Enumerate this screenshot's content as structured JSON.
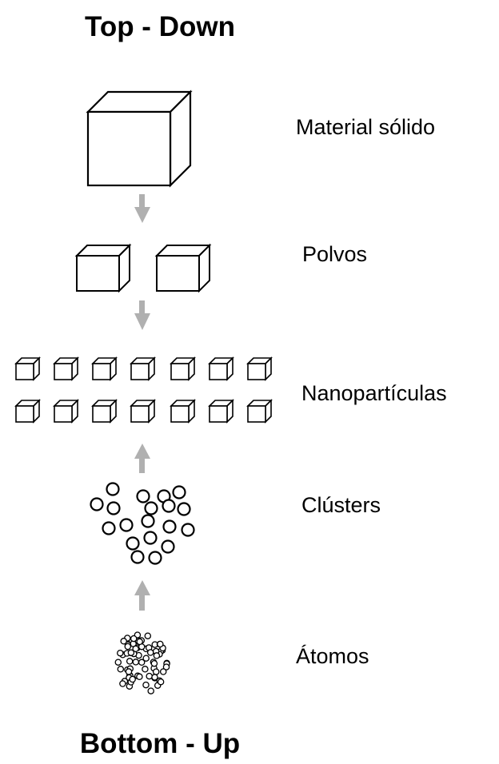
{
  "titles": {
    "top": "Top - Down",
    "bottom": "Bottom - Up"
  },
  "stages": [
    {
      "id": "material",
      "label": "Material sólido",
      "icon": "large-cube"
    },
    {
      "id": "powders",
      "label": "Polvos",
      "icon": "two-cubes"
    },
    {
      "id": "nanoparticles",
      "label": "Nanopartículas",
      "icon": "small-cube-grid"
    },
    {
      "id": "clusters",
      "label": "Clústers",
      "icon": "circle-cluster"
    },
    {
      "id": "atoms",
      "label": "Átomos",
      "icon": "atom-cloud"
    }
  ],
  "colors": {
    "arrow": "#b0b0b0",
    "stroke": "#000000",
    "background": "#ffffff"
  }
}
